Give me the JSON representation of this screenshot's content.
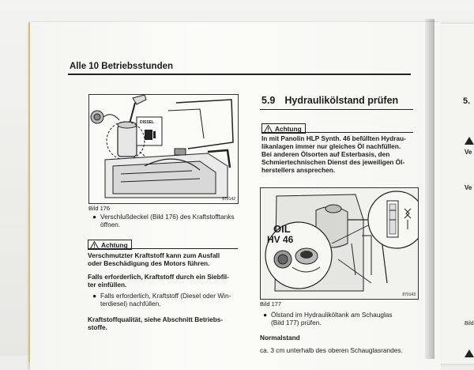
{
  "page": {
    "running_head": "Alle 10 Betriebsstunden"
  },
  "left_column": {
    "figure": {
      "caption": "Bild 176",
      "code": "870142",
      "sign_label": "DISSEL"
    },
    "bullet_1": [
      "Verschlußdeckel (Bild 176) des Kraftstofftanks",
      "öffnen."
    ],
    "warning": {
      "label": "Achtung",
      "lines": [
        "Verschmutzter Kraftstoff kann zum Ausfall",
        "oder Beschädigung des Motors führen."
      ]
    },
    "para_1": [
      "Falls erforderlich, Kraftstoff durch ein Siebfil-",
      "ter einfüllen."
    ],
    "bullet_2": [
      "Falls erforderlich, Kraftstoff (Diesel oder Win-",
      "terdiesel) nachfüllen."
    ],
    "para_2": [
      "Kraftstoffqualität, siehe Abschnitt Betriebs-",
      "stoffe."
    ]
  },
  "right_column": {
    "section_number": "5.9",
    "section_title": "Hydraulikölstand prüfen",
    "warning": {
      "label": "Achtung",
      "lines": [
        "In mit Panolin HLP Synth. 46 befüllten Hydrau-",
        "likanlagen immer nur gleiches Öl nachfüllen.",
        "Bei anderen Ölsorten auf Esterbasis, den",
        "Schmiertechnischen Dienst des jeweiligen Öl-",
        "herstellers ansprechen."
      ]
    },
    "figure": {
      "caption": "Bild 177",
      "code": "870143",
      "oil_label_1": "OIL",
      "oil_label_2": "HV 46"
    },
    "bullet_1": [
      "Ölstand im Hydrauliköltank am Schauglas",
      "(Bild 177) prüfen."
    ],
    "normalstand_heading": "Normalstand",
    "normalstand_text": "ca. 3 cm unterhalb des oberen Schauglasrandes."
  },
  "next_page": {
    "section_fragment": "5.",
    "line_1": "Ve",
    "line_2": "Ve",
    "caption_fragment": "Bild"
  }
}
